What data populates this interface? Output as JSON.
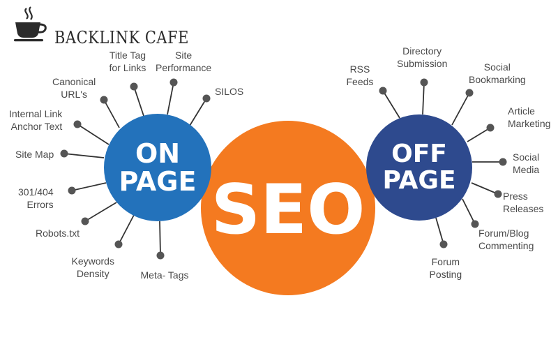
{
  "brand": {
    "name": "BACKLINK CAFE"
  },
  "center": {
    "label": "SEO",
    "color": "#f47a20"
  },
  "on_page": {
    "line1": "ON",
    "line2": "PAGE",
    "color": "#2372bb",
    "items": [
      {
        "lines": [
          "Title Tag",
          "for Links"
        ]
      },
      {
        "lines": [
          "Site",
          "Performance"
        ]
      },
      {
        "lines": [
          "Canonical",
          "URL's"
        ]
      },
      {
        "lines": [
          "SILOS"
        ]
      },
      {
        "lines": [
          "Internal Link",
          "Anchor Text"
        ]
      },
      {
        "lines": [
          "Site Map"
        ]
      },
      {
        "lines": [
          "301/404",
          "Errors"
        ]
      },
      {
        "lines": [
          "Robots.txt"
        ]
      },
      {
        "lines": [
          "Keywords",
          "Density"
        ]
      },
      {
        "lines": [
          "Meta- Tags"
        ]
      }
    ]
  },
  "off_page": {
    "line1": "OFF",
    "line2": "PAGE",
    "color": "#2e4a8e",
    "items": [
      {
        "lines": [
          "RSS",
          "Feeds"
        ]
      },
      {
        "lines": [
          "Directory",
          "Submission"
        ]
      },
      {
        "lines": [
          "Social",
          "Bookmarking"
        ]
      },
      {
        "lines": [
          "Article",
          "Marketing"
        ]
      },
      {
        "lines": [
          "Social",
          "Media"
        ]
      },
      {
        "lines": [
          "Press",
          "Releases"
        ]
      },
      {
        "lines": [
          "Forum/Blog",
          "Commenting"
        ]
      },
      {
        "lines": [
          "Forum",
          "Posting"
        ]
      }
    ]
  },
  "colors": {
    "spoke": "#333333",
    "dot": "#555555",
    "text": "#4a4a4a",
    "brand_text": "#2b2b2b"
  }
}
